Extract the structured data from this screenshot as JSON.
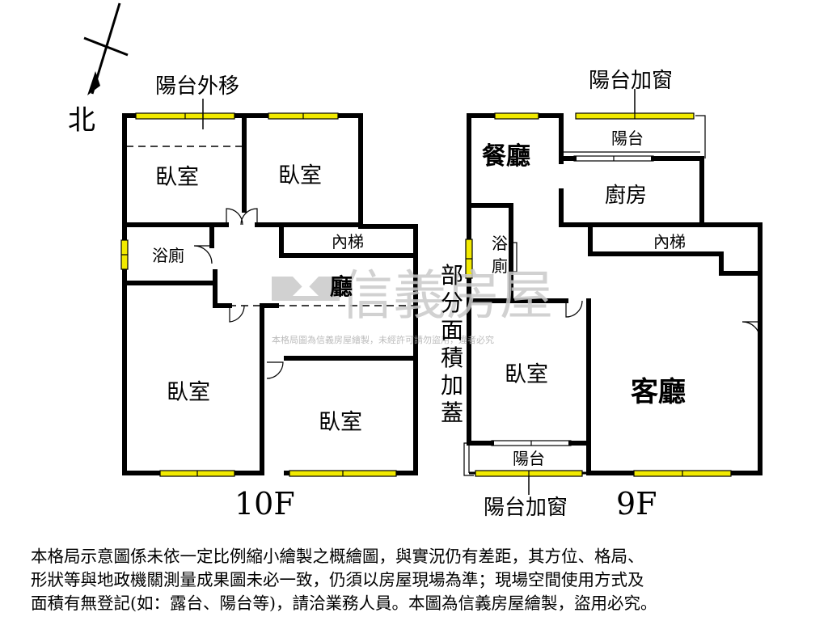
{
  "compass": {
    "north_label": "北"
  },
  "watermark": {
    "brand": "信義房屋",
    "notice": "本格局圖為信義房屋繪製，未經許可請勿盜用，違者必究"
  },
  "floor_10f": {
    "floor_label": "10F",
    "balcony_note": "陽台外移",
    "partial_note": "部分面積加蓋",
    "rooms": {
      "bedroom_top_left": "臥室",
      "bedroom_top_right": "臥室",
      "bathroom": "浴廁",
      "stairs": "內梯",
      "hall": "廳",
      "bedroom_bottom_left": "臥室",
      "bedroom_bottom_right": "臥室"
    }
  },
  "floor_9f": {
    "floor_label": "9F",
    "window_note_top": "陽台加窗",
    "window_note_bottom": "陽台加窗",
    "rooms": {
      "dining": "餐廳",
      "balcony_top": "陽台",
      "kitchen": "廚房",
      "bathroom": "浴廁",
      "stairs": "內梯",
      "bedroom": "臥室",
      "living": "客廳",
      "balcony_bottom": "陽台"
    }
  },
  "disclaimer": "本格局示意圖係未依一定比例縮小繪製之概繪圖，與實況仍有差距，其方位、格局、\n形狀等與地政機關測量成果圖未必一致，仍須以房屋現場為準；現場空間使用方式及\n面積有無登記(如：露台、陽台等)，請洽業務人員。本圖為信義房屋繪製，盜用必究。",
  "colors": {
    "wall": "#000000",
    "window": "#f2ea00",
    "watermark": "#c9c9c9"
  }
}
